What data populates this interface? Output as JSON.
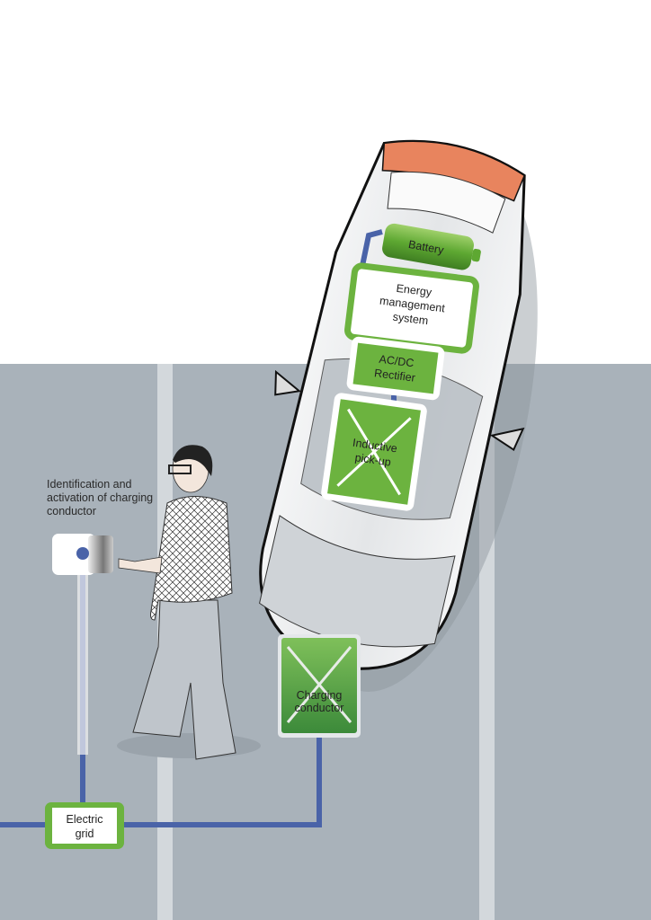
{
  "annotation": {
    "line1": "Identification and",
    "line2": "activation of charging",
    "line3": "conductor"
  },
  "components": {
    "battery": "Battery",
    "energy_management": [
      "Energy",
      "management",
      "system"
    ],
    "rectifier": [
      "AC/DC",
      "Rectifier"
    ],
    "pickup": [
      "Inductive",
      "pick-up"
    ],
    "charging_conductor": [
      "Charging",
      "conductor"
    ],
    "electric_grid": [
      "Electric",
      "grid"
    ]
  },
  "colors": {
    "green": "#6cb33f",
    "wire": "#4a63a8",
    "ground": "#a9b2ba",
    "taillight": "#e8845e"
  }
}
